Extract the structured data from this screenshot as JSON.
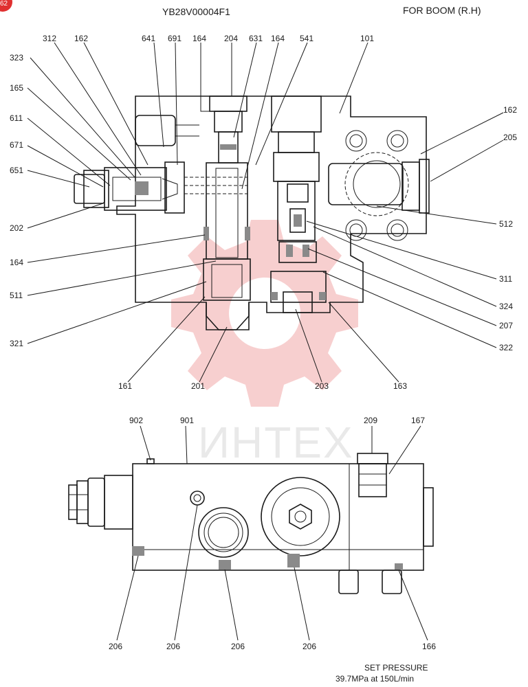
{
  "drawing_number": "YB28V00004F1",
  "application": "FOR  BOOM (R.H)",
  "watermark_text": "ИНТЕХ",
  "page_badge": "62",
  "note": {
    "line1": "SET PRESSURE",
    "line2": "39.7MPa  at  150L/min"
  },
  "callouts_top": [
    "312",
    "162",
    "641",
    "691",
    "164",
    "204",
    "631",
    "164",
    "541",
    "101",
    "323",
    "165",
    "611",
    "671",
    "651",
    "202",
    "162",
    "205",
    "512",
    "164",
    "511",
    "311",
    "324",
    "207",
    "321",
    "322",
    "161",
    "201",
    "203",
    "163"
  ],
  "callouts_bottom": [
    "902",
    "901",
    "209",
    "167",
    "206",
    "206",
    "206",
    "206",
    "166"
  ],
  "colors": {
    "line": "#1a1a1a",
    "watermark_red": "#f2a8a8",
    "watermark_grey": "#d8d8d8",
    "badge": "#e03030"
  }
}
